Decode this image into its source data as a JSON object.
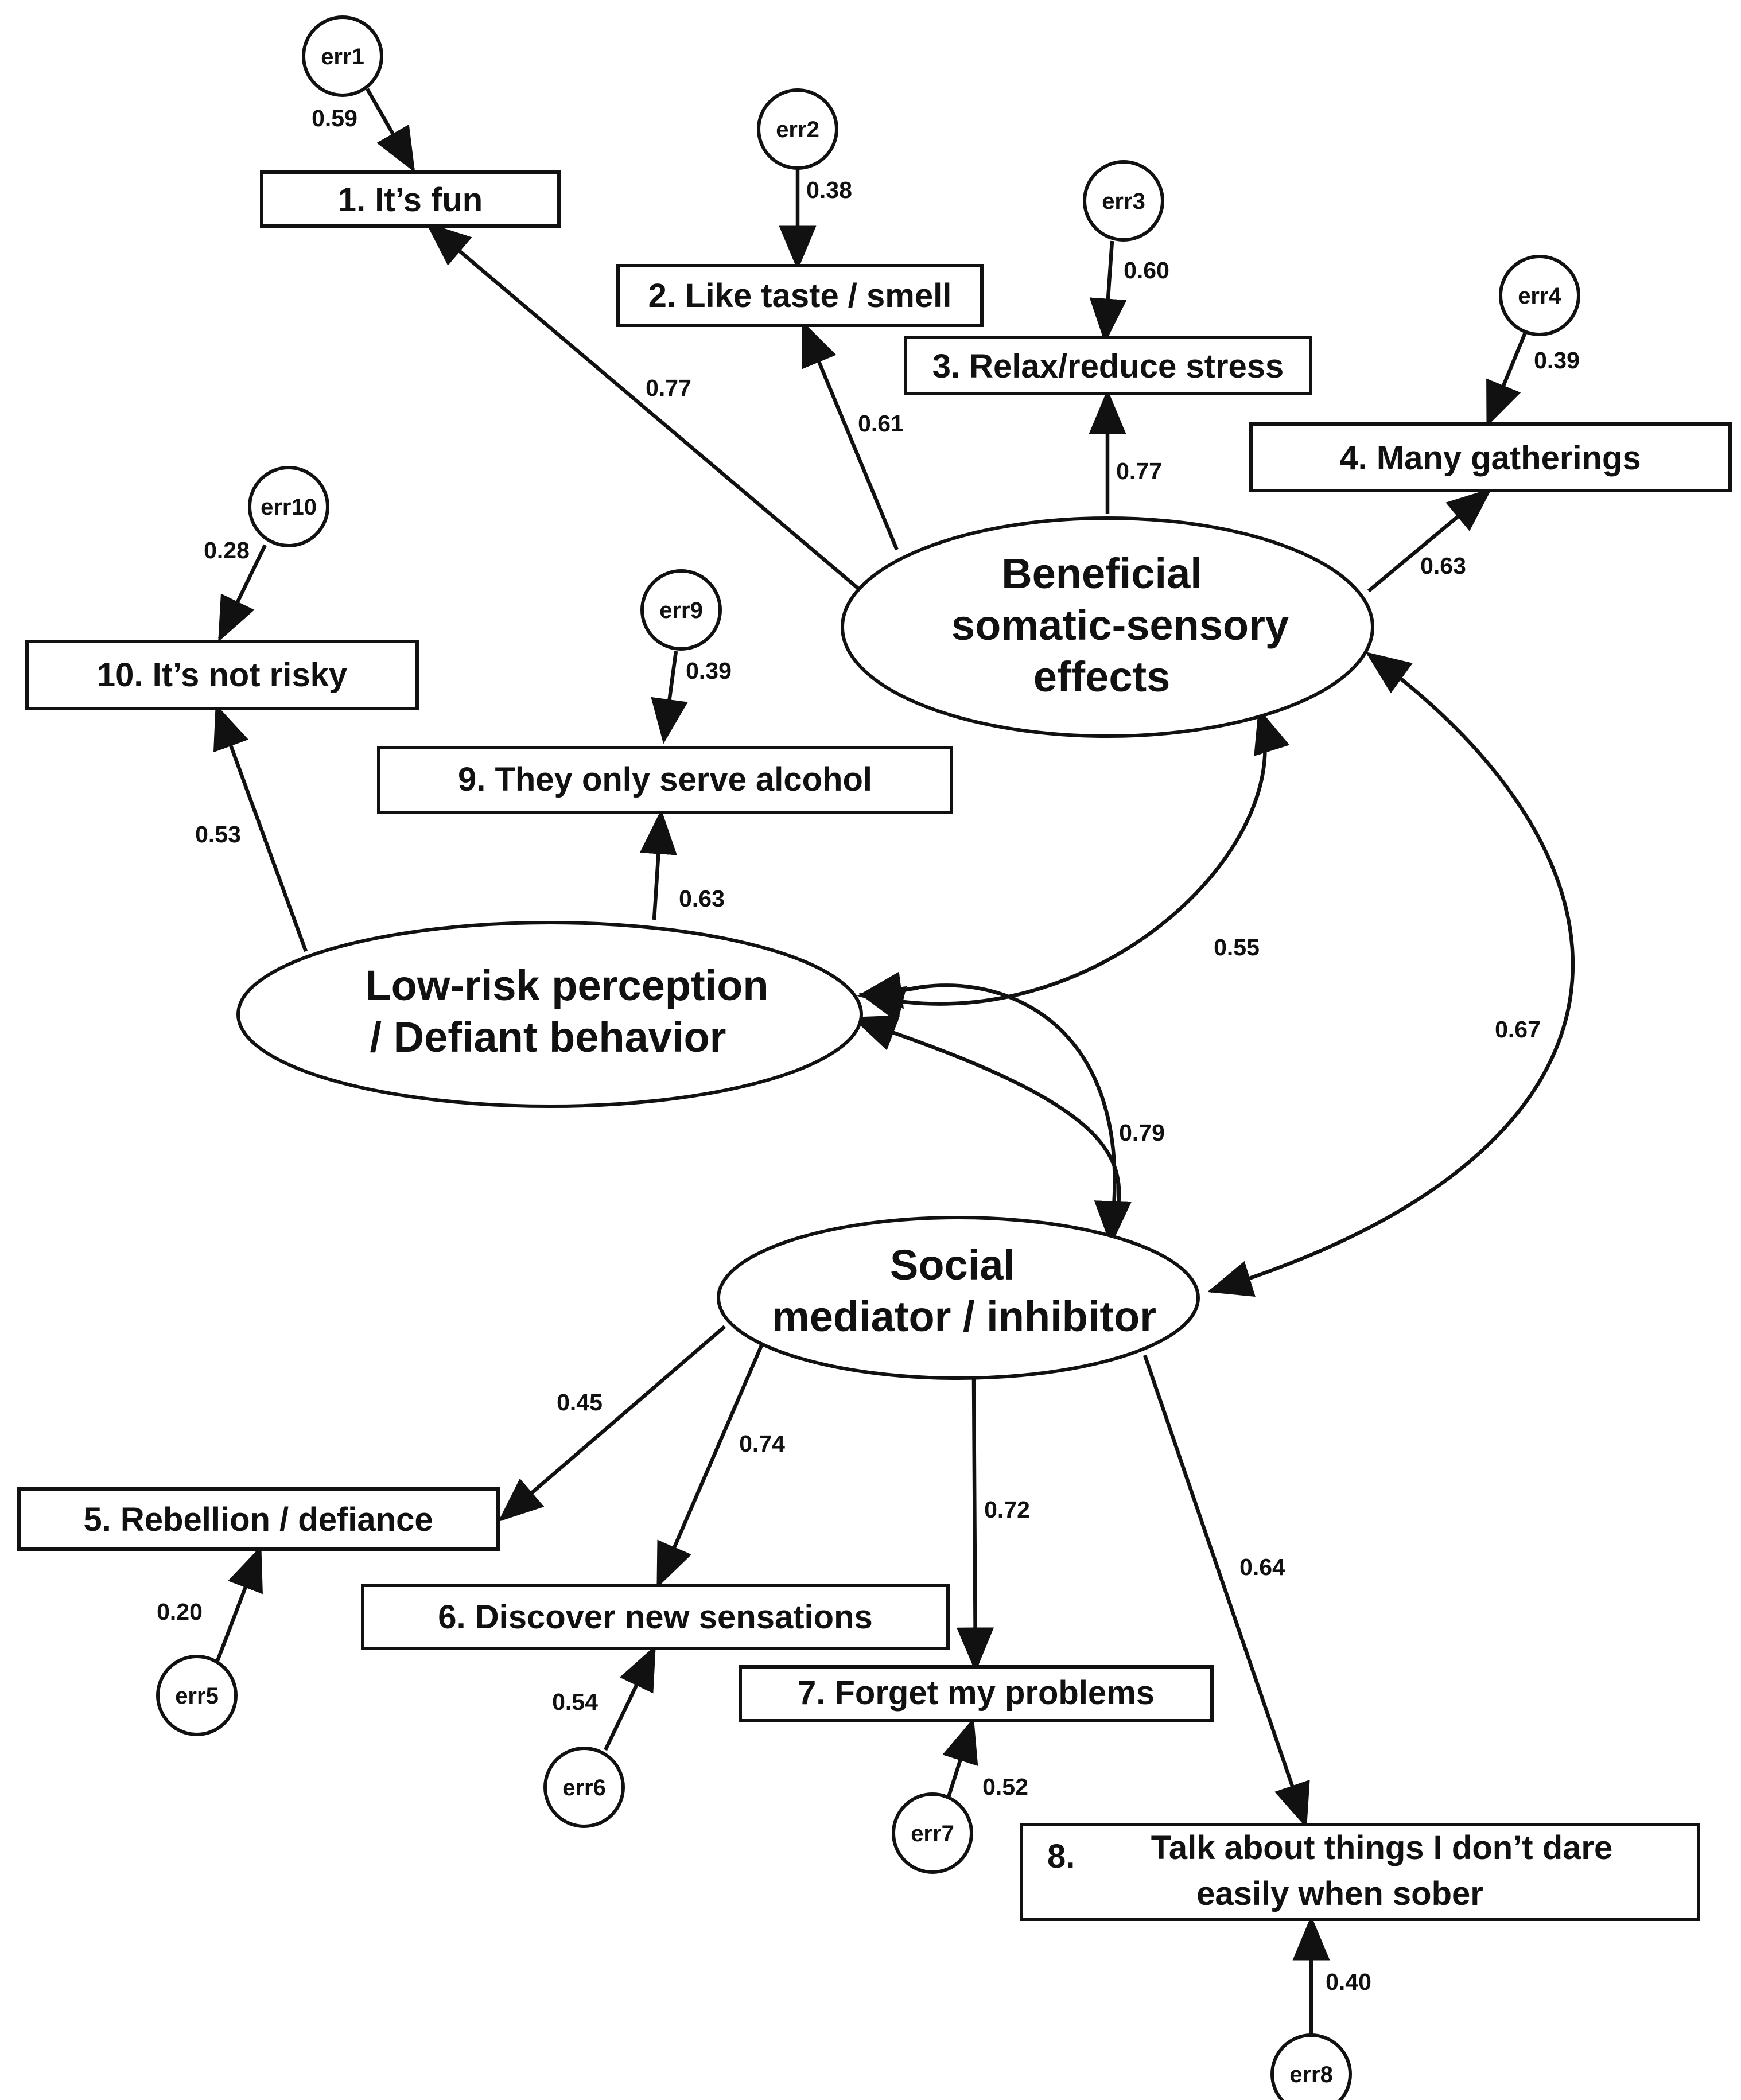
{
  "latents": {
    "beneficial": [
      "Beneficial",
      "somatic-sensory",
      "effects"
    ],
    "lowrisk": [
      "Low-risk perception",
      "/ Defiant behavior"
    ],
    "social": [
      "Social",
      "mediator / inhibitor"
    ]
  },
  "items": {
    "i1": "1. It’s fun",
    "i2": "2. Like taste / smell",
    "i3": "3. Relax/reduce stress",
    "i4": "4. Many gatherings",
    "i5": "5. Rebellion / defiance",
    "i6": "6. Discover new sensations",
    "i7": "7. Forget my problems",
    "i8_num": "8.",
    "i8_line1": "Talk about things I don’t dare",
    "i8_line2": "easily when sober",
    "i9": "9. They only serve alcohol",
    "i10": "10. It’s not risky"
  },
  "errors": {
    "e1": "err1",
    "e2": "err2",
    "e3": "err3",
    "e4": "err4",
    "e5": "err5",
    "e6": "err6",
    "e7": "err7",
    "e8": "err8",
    "e9": "err9",
    "e10": "err10"
  },
  "loadings": {
    "i1": "0.77",
    "i2": "0.61",
    "i3": "0.77",
    "i4": "0.63",
    "i5": "0.45",
    "i6": "0.74",
    "i7": "0.72",
    "i8": "0.64",
    "i9": "0.63",
    "i10": "0.53"
  },
  "error_paths": {
    "e1": "0.59",
    "e2": "0.38",
    "e3": "0.60",
    "e4": "0.39",
    "e5": "0.20",
    "e6": "0.54",
    "e7": "0.52",
    "e8": "0.40",
    "e9": "0.39",
    "e10": "0.28"
  },
  "correlations": {
    "beneficial_lowrisk": "0.55",
    "beneficial_social": "0.67",
    "lowrisk_social": "0.79"
  }
}
